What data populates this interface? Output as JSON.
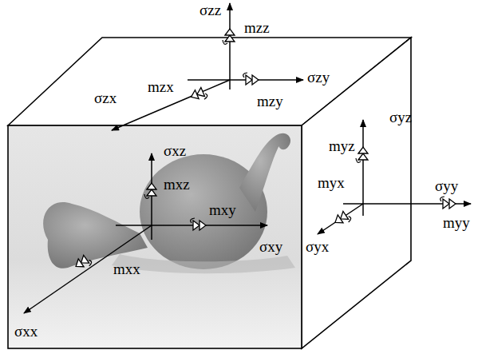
{
  "diagram": {
    "labels": [
      "σzz",
      "mzz",
      "σzy",
      "mzy",
      "σzx",
      "mzx",
      "σyz",
      "myz",
      "σyy",
      "myy",
      "myx",
      "σyx",
      "σxz",
      "mxz",
      "σxy",
      "mxy",
      "σxx",
      "mxx"
    ]
  }
}
